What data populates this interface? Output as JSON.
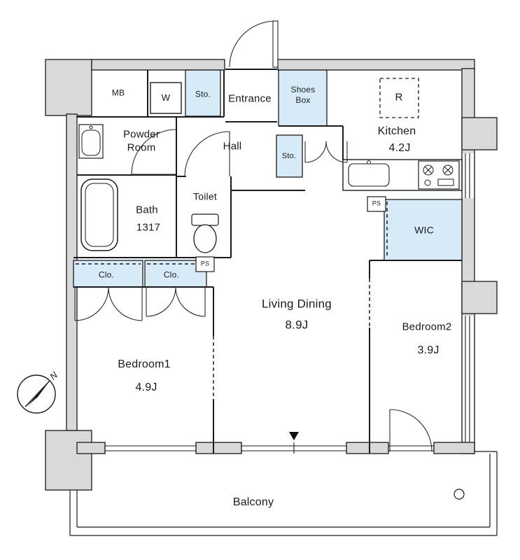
{
  "meta": {
    "type": "apartment-floorplan"
  },
  "colors": {
    "wall_fill": "#d9d9d9",
    "storage_fill": "#d6ebf7",
    "line": "#1a1a1a",
    "background": "#ffffff"
  },
  "rooms": {
    "mb": {
      "label": "MB"
    },
    "washer": {
      "label": "W"
    },
    "storage_top": {
      "label": "Sto."
    },
    "entrance": {
      "label": "Entrance"
    },
    "shoes_box": {
      "label": "Shoes\nBox"
    },
    "refrigerator": {
      "label": "R"
    },
    "kitchen": {
      "label": "Kitchen",
      "size": "4.2J"
    },
    "powder_room": {
      "label": "Powder\nRoom"
    },
    "hall": {
      "label": "Hall"
    },
    "storage_hall": {
      "label": "Sto."
    },
    "toilet": {
      "label": "Toilet"
    },
    "bath": {
      "label": "Bath",
      "size": "1317"
    },
    "wic": {
      "label": "WIC"
    },
    "ps_kitchen": {
      "label": "PS"
    },
    "ps_hall": {
      "label": "PS"
    },
    "closet1": {
      "label": "Clo."
    },
    "closet2": {
      "label": "Clo."
    },
    "living_dining": {
      "label": "Living Dining",
      "size": "8.9J"
    },
    "bedroom1": {
      "label": "Bedroom1",
      "size": "4.9J"
    },
    "bedroom2": {
      "label": "Bedroom2",
      "size": "3.9J"
    },
    "balcony": {
      "label": "Balcony"
    }
  },
  "compass": {
    "label": "N"
  }
}
